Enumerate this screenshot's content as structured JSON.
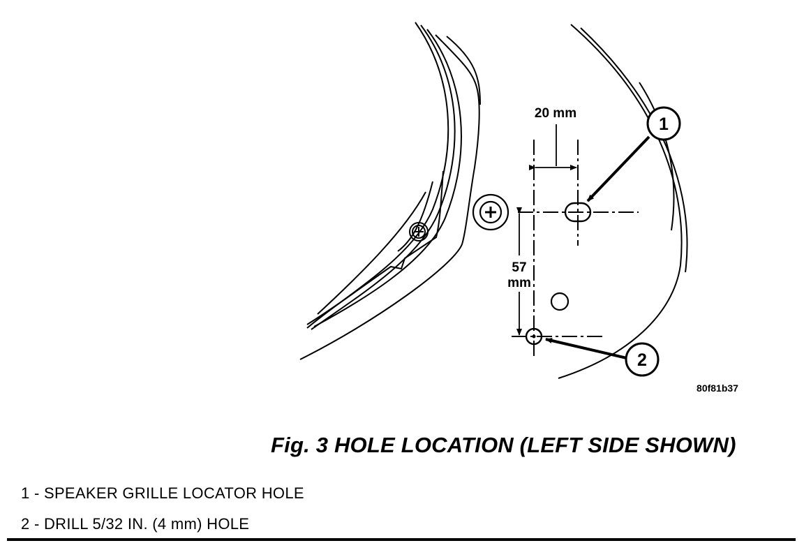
{
  "dimensions": {
    "horizontal": "20 mm",
    "vertical_value": "57",
    "vertical_unit": "mm"
  },
  "callouts": [
    {
      "number": "1"
    },
    {
      "number": "2"
    }
  ],
  "figure_code": "80f81b37",
  "caption": "Fig. 3 HOLE LOCATION (LEFT SIDE SHOWN)",
  "legend": [
    {
      "text": "1 - SPEAKER GRILLE LOCATOR HOLE"
    },
    {
      "text": "2 - DRILL 5/32 IN. (4 mm) HOLE"
    }
  ]
}
